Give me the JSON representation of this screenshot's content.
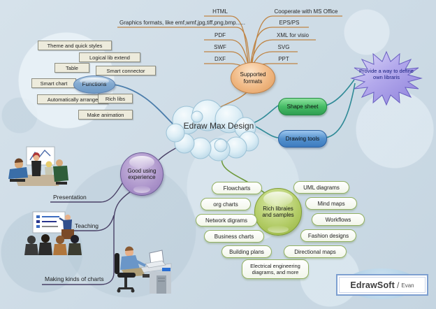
{
  "center": {
    "label": "Edraw Max Design"
  },
  "formats": {
    "hub": "Supported formats",
    "left": [
      "HTML",
      "Graphics formats, like emf,wmf,jpg,tiff,png,bmp......",
      "PDF",
      "SWF",
      "DXF"
    ],
    "right": [
      "Cooperate with MS Office",
      "EPS/PS",
      "XML for visio",
      "SVG",
      "PPT"
    ]
  },
  "functions": {
    "hub": "Functions",
    "items": [
      "Theme and quick styles",
      "Logical lib extend",
      "Table",
      "Smart connector",
      "Smart chart",
      "Automatically arrange",
      "Rich libs",
      "Make animation"
    ]
  },
  "tools": {
    "shape_sheet": "Shape sheet",
    "drawing_tools": "Drawing tools"
  },
  "starburst": {
    "label": "Provide a way to define own libraris"
  },
  "experience": {
    "hub": "Good using experience",
    "items": [
      "Presentation",
      "Teaching",
      "Making kinds of charts"
    ]
  },
  "library": {
    "hub": "Rich libraies and samples",
    "left": [
      "Flowcharts",
      "org charts",
      "Network digrams",
      "Business charts",
      "Building plans",
      "Electrical engineering diagrams, and more"
    ],
    "right": [
      "UML diagrams",
      "Mind maps",
      "Workflows",
      "Fashion designs",
      "Directional maps"
    ]
  },
  "logo": {
    "brand": "EdrawSoft",
    "separator": "/",
    "author": "Evan"
  },
  "colors": {
    "branch_formats": "#bf8444",
    "branch_functions": "#4b7dab",
    "branch_tools": "#2f8a96",
    "branch_experience": "#494066",
    "branch_library": "#6f9a3c"
  }
}
